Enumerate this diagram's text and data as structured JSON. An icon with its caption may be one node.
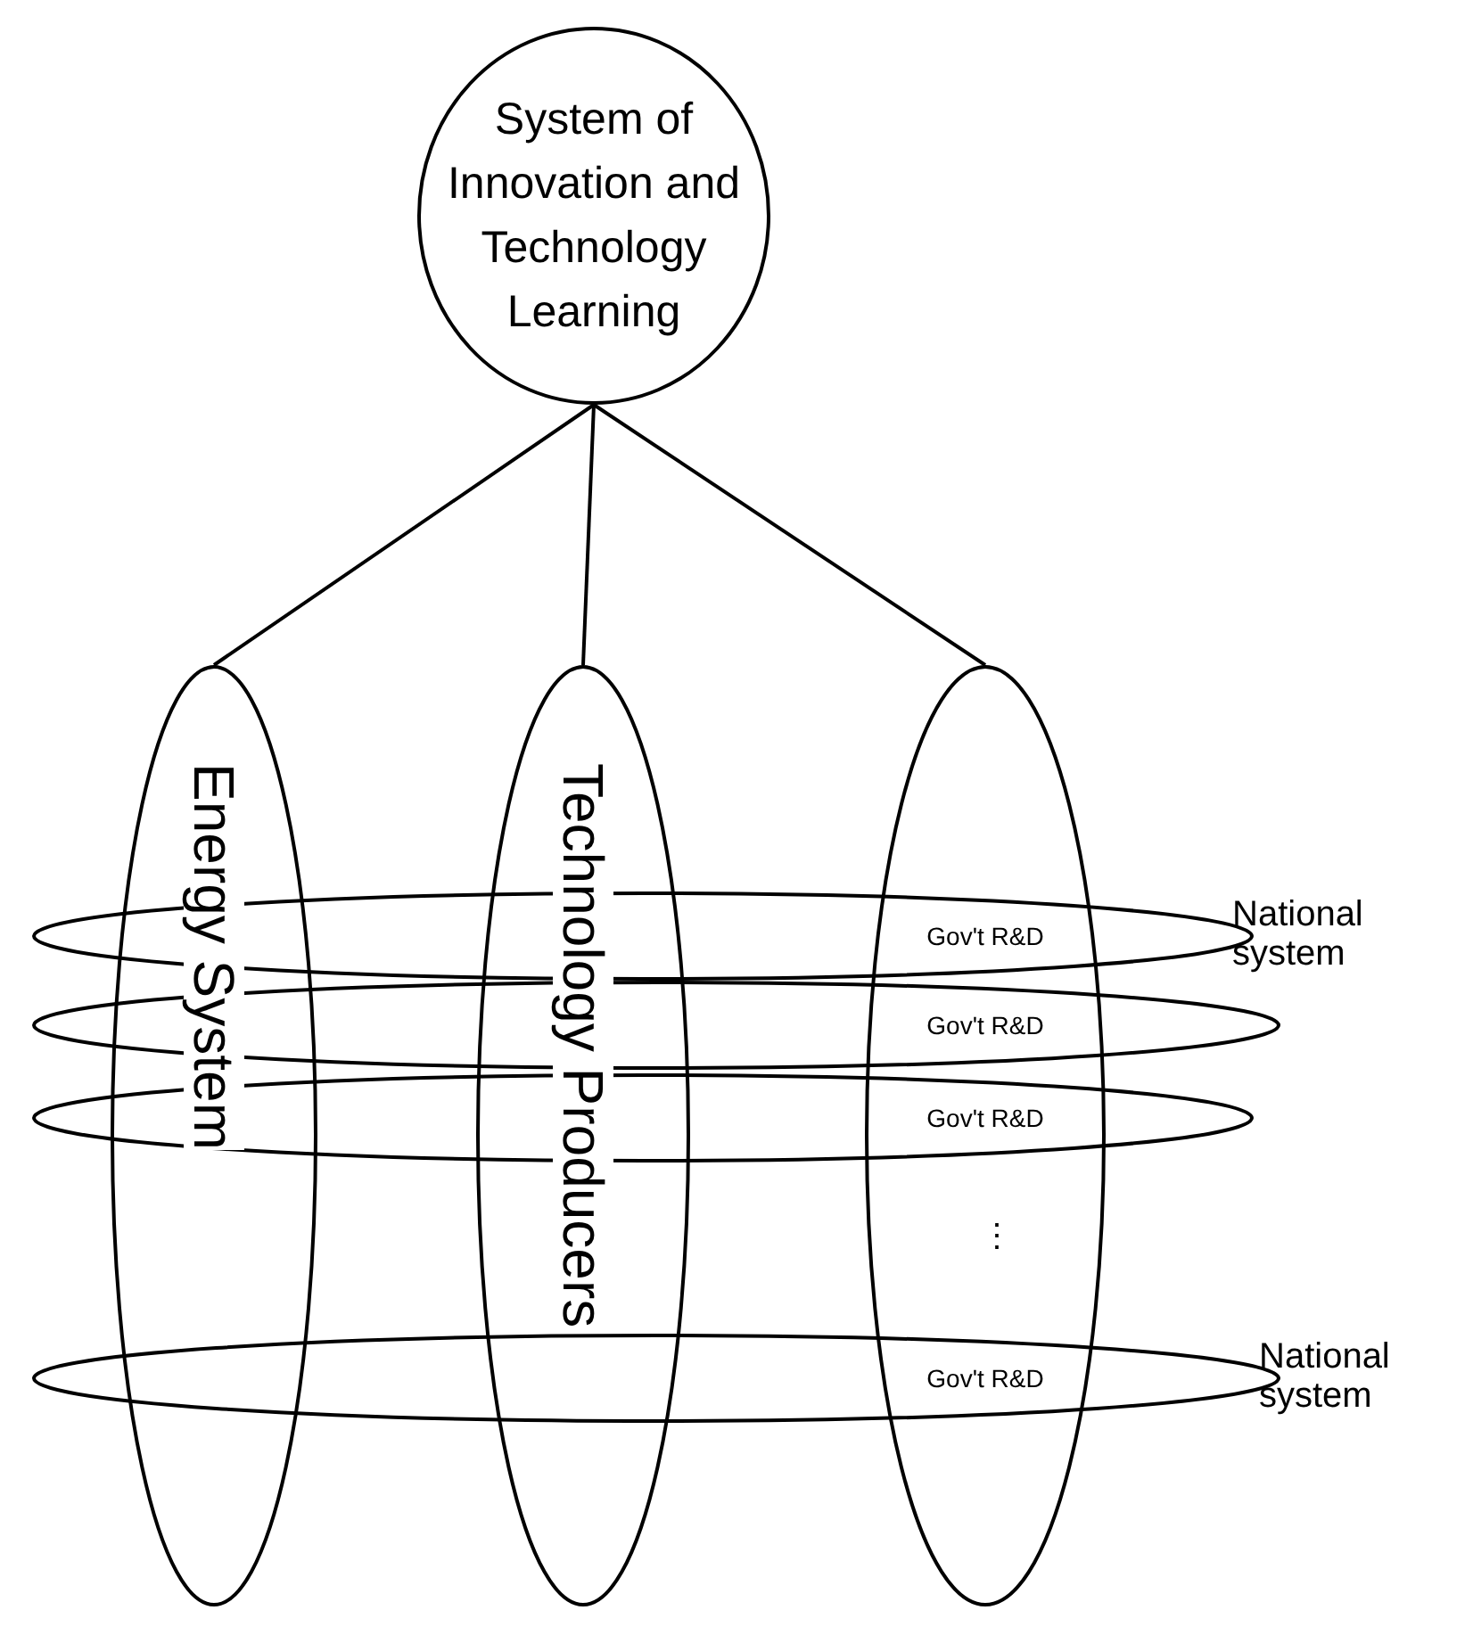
{
  "diagram": {
    "nodes": [
      {
        "text": [
          "System of Innovation and Technology Learning"
        ]
      },
      {
        "text": [
          "Energy System"
        ]
      },
      {
        "text": [
          "Technology Producers"
        ]
      },
      {
        "text": [],
        "shape": "ellipse"
      },
      {
        "text": [
          "Gov't R&D"
        ],
        "in": 3
      },
      {
        "text": [
          "Gov't R&D"
        ],
        "in": 3
      },
      {
        "text": [
          "Gov't R&D"
        ],
        "in": 3
      },
      {
        "text": [
          "Gov't R&D"
        ],
        "in": 3
      }
    ],
    "edges": [
      {
        "from": 0,
        "to": 1,
        "arrow": "none"
      },
      {
        "from": 0,
        "to": 2,
        "arrow": "none"
      },
      {
        "from": 0,
        "to": 3,
        "arrow": "none"
      }
    ],
    "labels": [
      "National system",
      "⋮",
      "National system"
    ]
  }
}
